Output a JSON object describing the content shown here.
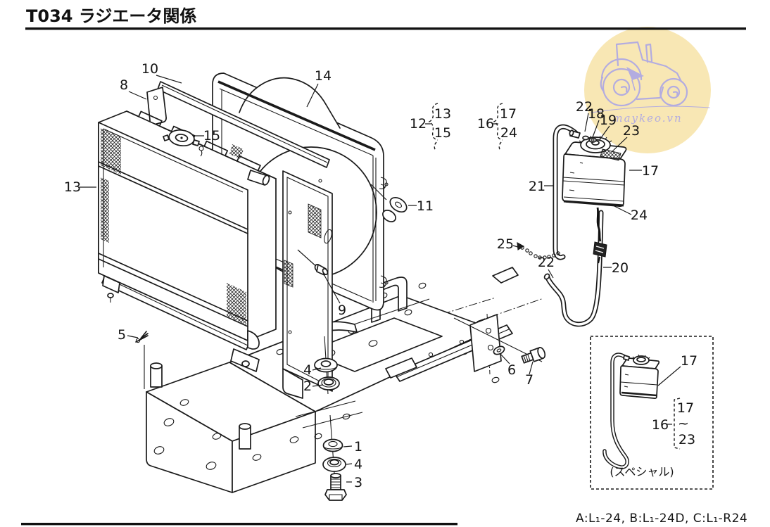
{
  "page": {
    "title": "T034 ラジエータ関係",
    "models_note": "A:L₁-24,  B:L₁-24D,  C:L₁-R24"
  },
  "watermark": {
    "text": "maykeo.vn",
    "circle_color": "#f8e7b4",
    "art_color": "#b3ace0"
  },
  "callouts": {
    "n10": "10",
    "n8": "8",
    "n14": "14",
    "n15": "15",
    "n13": "13",
    "g12_label": "12",
    "g12_item1": "13",
    "g12_item2": "15",
    "g16_label": "16",
    "g16_item1": "17",
    "g16_item2": "24",
    "n11": "11",
    "n9": "9",
    "n22a": "22",
    "n18": "18",
    "n19": "19",
    "n23": "23",
    "n17": "17",
    "n21": "21",
    "n24": "24",
    "n25": "25",
    "n22b": "22",
    "n20": "20",
    "n5": "5",
    "n4a": "4",
    "n2": "2",
    "n6": "6",
    "n7": "7",
    "n1": "1",
    "n4b": "4",
    "n3": "3"
  },
  "inset": {
    "caption": "(スペシャル)",
    "n17": "17",
    "group_label": "16",
    "range_from": "17",
    "range_tilde": "~",
    "range_to": "23"
  }
}
